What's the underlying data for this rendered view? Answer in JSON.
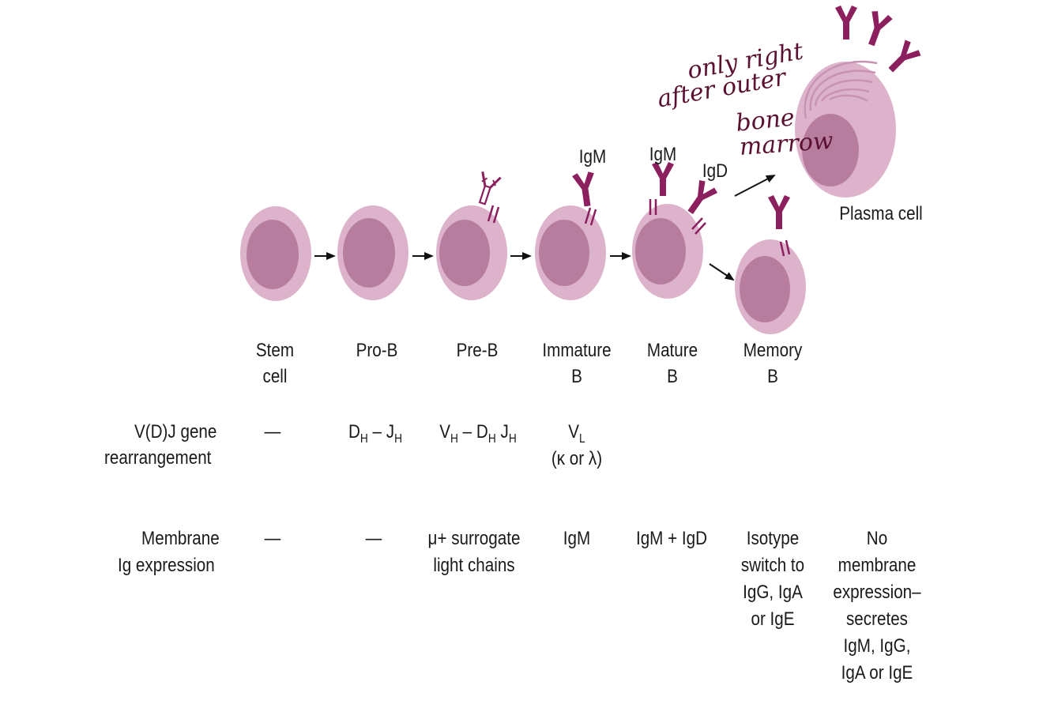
{
  "stages": [
    {
      "line1": "Stem",
      "line2": "cell"
    },
    {
      "line1": "Pro-B",
      "line2": ""
    },
    {
      "line1": "Pre-B",
      "line2": ""
    },
    {
      "line1": "Immature",
      "line2": "B"
    },
    {
      "line1": "Mature",
      "line2": "B"
    },
    {
      "line1": "Memory",
      "line2": "B"
    }
  ],
  "plasma_cell_label": "Plasma cell",
  "cell_annotations": {
    "immature_igm": "IgM",
    "mature_igm": "IgM",
    "mature_igd": "IgD"
  },
  "rows": {
    "vdj": {
      "label_line1": "V(D)J gene",
      "label_line2": "rearrangement",
      "stem": "—",
      "pro_b": {
        "a": "D",
        "a_sub": "H",
        "dash": " – ",
        "b": "J",
        "b_sub": "H"
      },
      "pre_b": {
        "a": "V",
        "a_sub": "H",
        "dash": " – ",
        "b": "D",
        "b_sub": "H",
        "c": " J",
        "c_sub": "H"
      },
      "immature": {
        "v": "V",
        "v_sub": "L",
        "chain": "(κ or λ)"
      }
    },
    "membrane": {
      "label_line1": "Membrane",
      "label_line2": "Ig expression",
      "stem": "—",
      "pro_b": "—",
      "pre_b": [
        "μ+ surrogate",
        "light chains"
      ],
      "immature": "IgM",
      "mature": "IgM + IgD",
      "memory": [
        "Isotype",
        "switch to",
        "IgG, IgA",
        "or IgE"
      ],
      "plasma": [
        "No",
        "membrane",
        "expression–",
        "secretes",
        "IgM, IgG,",
        "IgA or IgE"
      ]
    }
  },
  "handwritten_note": [
    "only right",
    "after outer",
    "bone",
    "marrow"
  ],
  "colors": {
    "cell_outer": "#ddb3cc",
    "cell_nucleus": "#b77d9f",
    "antibody": "#8c1f5e",
    "note_ink": "#5a1030"
  }
}
